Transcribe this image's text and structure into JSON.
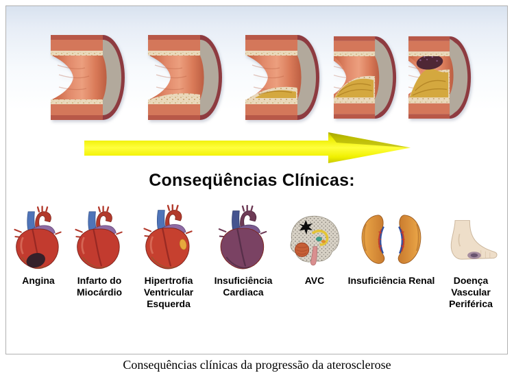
{
  "header": {
    "title": "Conseqüências Clínicas:"
  },
  "caption": "Consequências clínicas da progressão da aterosclerose",
  "progression": {
    "arrow_icon": "progression-arrow-icon",
    "stage_icons": [
      "artery-stage-1-icon",
      "artery-stage-2-icon",
      "artery-stage-3-icon",
      "artery-stage-4-icon",
      "artery-stage-5-icon"
    ]
  },
  "consequences": [
    {
      "label": "Angina",
      "icon": "heart-angina-icon"
    },
    {
      "label": "Infarto do Miocárdio",
      "icon": "heart-infarction-icon"
    },
    {
      "label": "Hipertrofia Ventricular Esquerda",
      "icon": "heart-hypertrophy-icon"
    },
    {
      "label": "Insuficiência Cardiaca",
      "icon": "heart-failure-icon"
    },
    {
      "label": "AVC",
      "icon": "brain-stroke-icon"
    },
    {
      "label": "Insuficiência Renal",
      "icon": "kidneys-icon"
    },
    {
      "label": "Doença Vascular Periférica",
      "icon": "foot-icon"
    }
  ],
  "colors": {
    "background_gradient_top": "#d8e2ef",
    "frame_border": "#b0b0b0",
    "arrow_yellow": "#f2f200",
    "artery_wall": "#8e3b40",
    "artery_media": "#d4775a",
    "plaque_yellow": "#d4a83f",
    "thrombus": "#4f2735",
    "text": "#000000"
  }
}
